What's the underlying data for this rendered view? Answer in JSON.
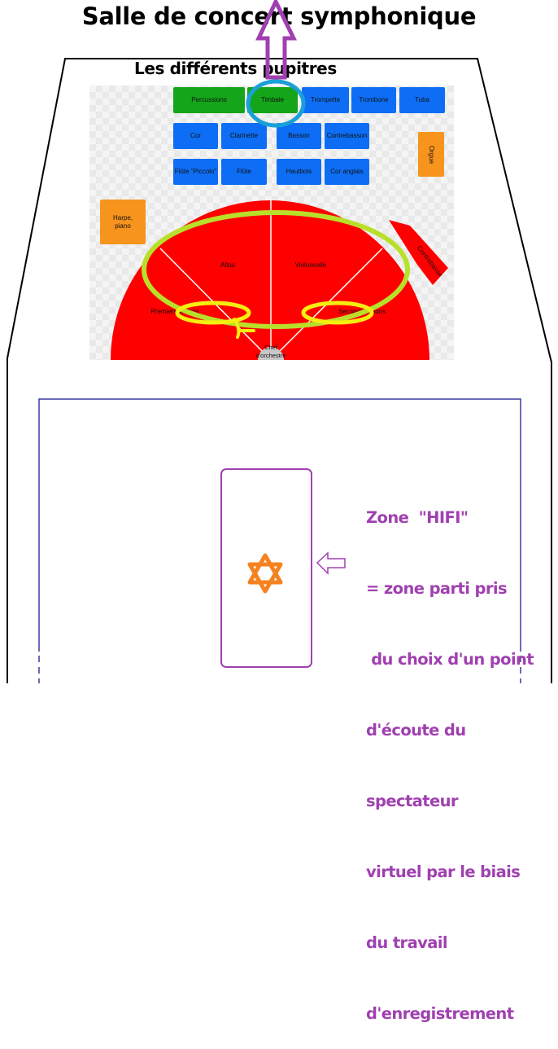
{
  "title": "Salle de concert symphonique",
  "subtitle": "Les différents pupitres",
  "instruments": {
    "percussions": "Percussions",
    "timbale": "Timbale",
    "trompette": "Trompette",
    "trombone": "Trombone",
    "tuba": "Tuba",
    "cor": "Cor",
    "clarinette": "Clarinette",
    "basson": "Basson",
    "contrebasson": "Contrebasson",
    "orgue": "Orgue",
    "flute_piccolo": "Flûte \"Piccolo\"",
    "flute": "Flûte",
    "hautbois": "Hautbois",
    "cor_anglais": "Cor anglais",
    "harpe_piano": "Harpe, piano",
    "altos": "Altos",
    "violoncelle": "Violoncelle",
    "contrebasse": "Contrebasse",
    "premiers_violons": "Premiers violons",
    "seconds_violons": "Seconds violons",
    "chef": "Chef d'orchestre"
  },
  "hifi_zone": {
    "lines": [
      "Zone  \"HIFI\"",
      "= zone parti pris",
      " du choix d'un point",
      "d'écoute du",
      "spectateur",
      "virtuel par le biais",
      "du travail",
      "d'enregistrement"
    ]
  },
  "colors": {
    "strings_red": "#ff0000",
    "blue": "#0d6ef5",
    "green": "#15a51a",
    "orange": "#f7941d",
    "annotation_purple": "#a040b0",
    "highlight_cyan": "#1aa0d8",
    "highlight_lime": "#b8e02a",
    "highlight_yellow": "#f5ee10",
    "room_border": "#3a3aa0",
    "star_orange": "#f58220"
  }
}
